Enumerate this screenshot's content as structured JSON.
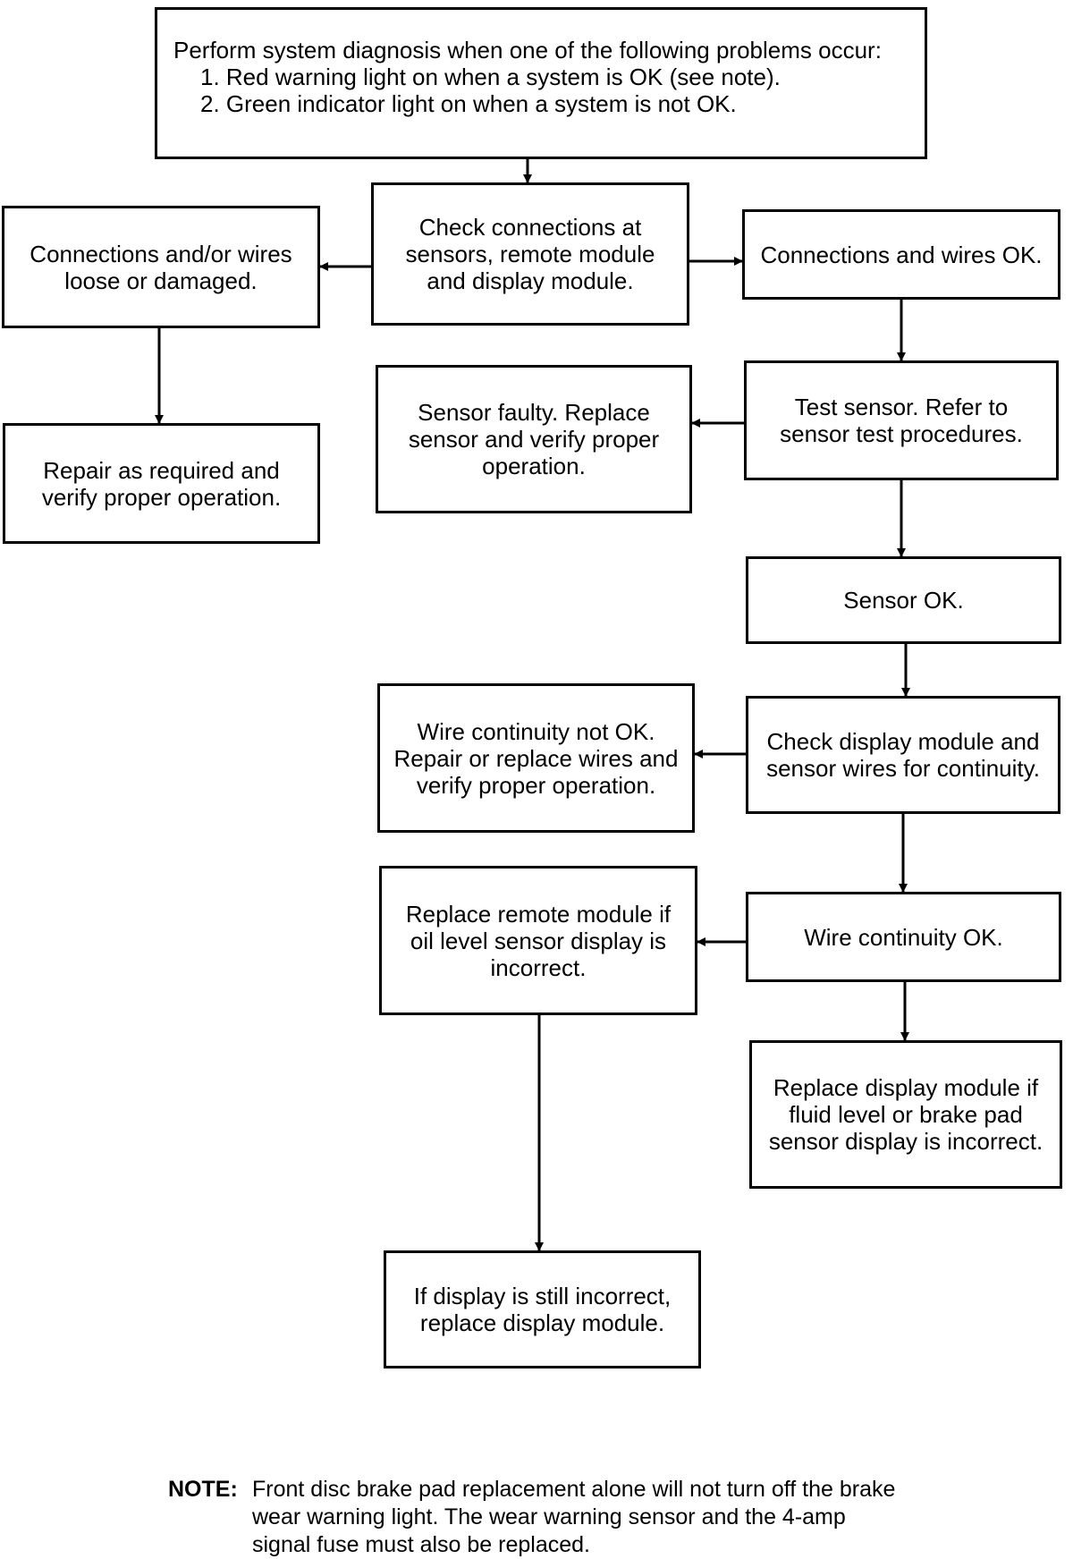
{
  "flowchart": {
    "start": {
      "intro": "Perform system diagnosis when one of the following problems occur:",
      "items": [
        "1. Red warning light on when a system is OK (see note).",
        "2. Green indicator light on when a system is not OK."
      ]
    },
    "check_connections": "Check connections at\nsensors, remote module\nand display module.",
    "connections_damaged": "Connections and/or wires\nloose or damaged.",
    "connections_ok": "Connections and wires OK.",
    "repair": "Repair as required and\nverify proper operation.",
    "test_sensor": "Test sensor. Refer to\nsensor test procedures.",
    "sensor_faulty": "Sensor faulty. Replace\nsensor and verify proper\noperation.",
    "sensor_ok": "Sensor OK.",
    "check_display": "Check display module and\nsensor wires for continuity.",
    "wire_not_ok": "Wire continuity not OK.\nRepair or replace wires and\nverify proper operation.",
    "wire_ok": "Wire continuity OK.",
    "replace_remote": "Replace remote module if\noil level sensor display is\nincorrect.",
    "replace_display": "Replace display module if\nfluid level or brake pad\nsensor display is incorrect.",
    "still_incorrect": "If display is still incorrect,\nreplace display module."
  },
  "note": {
    "label": "NOTE:",
    "text": "Front disc brake pad replacement alone will not turn off the brake\nwear warning light. The wear warning sensor and the 4-amp\nsignal fuse must also be replaced."
  }
}
